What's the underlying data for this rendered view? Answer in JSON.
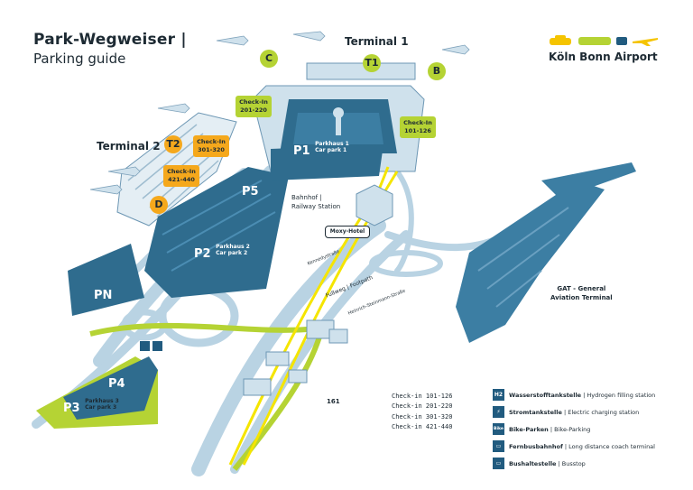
{
  "title": {
    "main": "Park-Wegweiser |",
    "sub": "Parking guide"
  },
  "brand": {
    "name": "Köln Bonn Airport",
    "icons": [
      "car-icon",
      "train-icon",
      "luggage-icon",
      "plane-icon"
    ],
    "accent": "#f5c400"
  },
  "terminals": {
    "t1": "Terminal 1",
    "t2": "Terminal 2"
  },
  "badges": {
    "c": "C",
    "t1": "T1",
    "b": "B",
    "t2": "T2",
    "d": "D"
  },
  "checkin_boxes": {
    "c201": [
      "Check-In",
      "201-220"
    ],
    "c101": [
      "Check-In",
      "101-126"
    ],
    "c301": [
      "Check-In",
      "301-320"
    ],
    "c421": [
      "Check-In",
      "421-440"
    ]
  },
  "parking": {
    "p1": {
      "code": "P1",
      "name": "Parkhaus 1",
      "name_en": "Car park 1"
    },
    "p2": {
      "code": "P2",
      "name": "Parkhaus 2",
      "name_en": "Car park 2"
    },
    "p3": {
      "code": "P3",
      "name": "Parkhaus 3",
      "name_en": "Car park 3"
    },
    "pn": {
      "code": "PN"
    },
    "p4": {
      "code": "P4"
    },
    "p5": {
      "code": "P5"
    }
  },
  "places": {
    "bahnhof": [
      "Bahnhof |",
      "Railway Station"
    ],
    "moxy": "Moxy-Hotel",
    "gat": [
      "GAT - General",
      "Aviation Terminal"
    ],
    "stop161": "161",
    "kennedy": "Kennedystraße",
    "fussweg": "Fußweg | Footpath",
    "heinrich": "Heinrich-Steinmann-Straße"
  },
  "checkin_list": [
    "Check-in 101-126",
    "Check-in 201-220",
    "Check-in 301-320",
    "Check-in 421-440"
  ],
  "legend": [
    {
      "icon": "hydrogen-icon",
      "glyph": "H2",
      "de": "Wasserstofftankstelle",
      "en": "Hydrogen filling station"
    },
    {
      "icon": "electric-charging-icon",
      "glyph": "⚡",
      "de": "Stromtankstelle",
      "en": "Electric charging station"
    },
    {
      "icon": "bike-icon",
      "glyph": "Bike",
      "de": "Bike-Parken",
      "en": "Bike-Parking"
    },
    {
      "icon": "coach-icon",
      "glyph": "▭",
      "de": "Fernbusbahnhof",
      "en": "Long distance coach terminal"
    },
    {
      "icon": "bus-stop-icon",
      "glyph": "▭",
      "de": "Bushaltestelle",
      "en": "Busstop"
    }
  ],
  "colors": {
    "parking": "#2f6c8e",
    "road": "#a9c9dd",
    "green": "#b5d334",
    "orange": "#f5a81c",
    "dark": "#1d2a33"
  }
}
